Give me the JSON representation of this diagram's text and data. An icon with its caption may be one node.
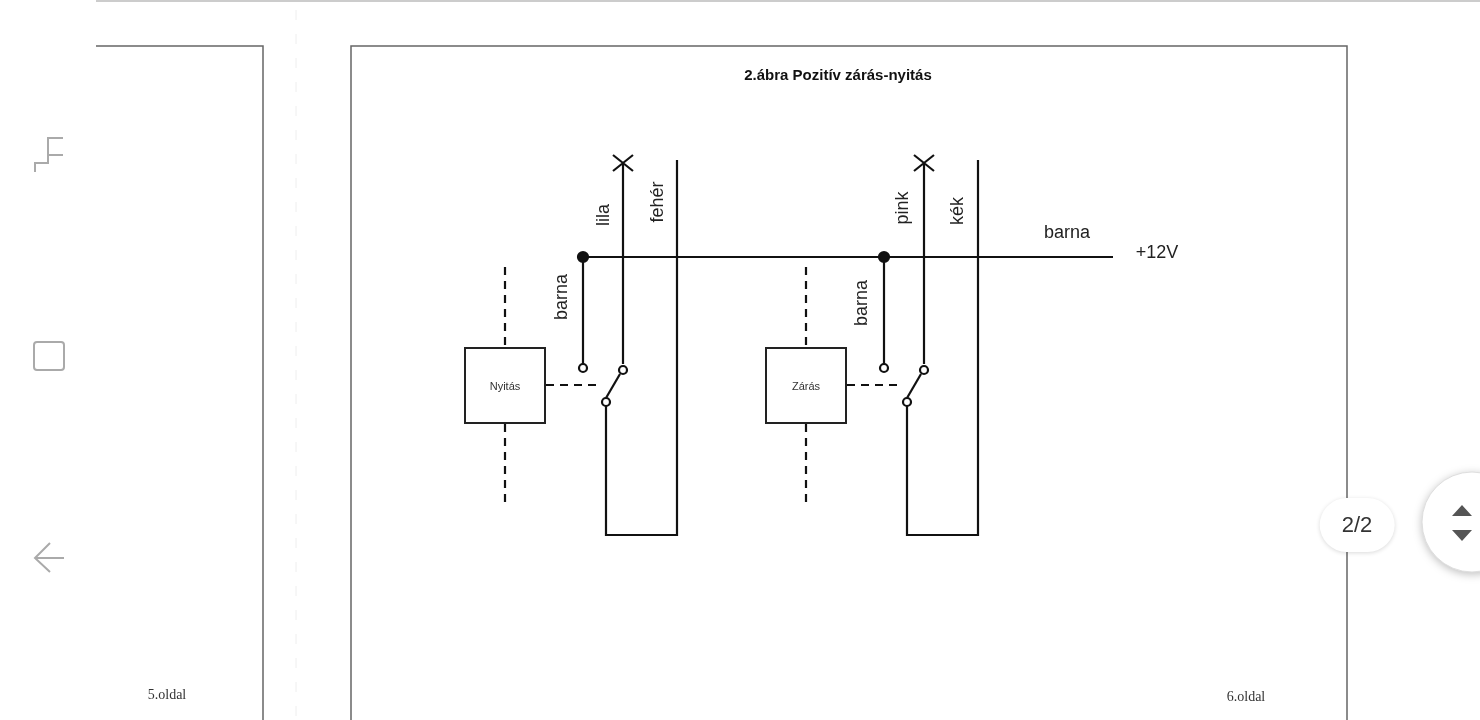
{
  "diagram": {
    "title": "2.ábra  Pozitív zárás-nyitás",
    "nodes": [
      {
        "text": [
          "Nyitás"
        ]
      },
      {
        "text": [
          "Zárás"
        ]
      },
      {
        "text": [],
        "shape": "switch"
      },
      {
        "text": [],
        "shape": "switch"
      }
    ],
    "edges": [
      {
        "from": 0,
        "to": 2,
        "arrow": "none",
        "style": "dashed"
      },
      {
        "from": 1,
        "to": 3,
        "arrow": "none",
        "style": "dashed"
      },
      {
        "from": null,
        "to": 0,
        "arrow": "none",
        "style": "dashed"
      },
      {
        "from": 0,
        "to": null,
        "arrow": "none",
        "style": "dashed"
      },
      {
        "from": null,
        "to": 1,
        "arrow": "none",
        "style": "dashed"
      },
      {
        "from": 1,
        "to": null,
        "arrow": "none",
        "style": "dashed"
      }
    ],
    "labels": [
      "lila",
      "fehér",
      "barna",
      "pink",
      "kék",
      "barna",
      "barna",
      "+12V",
      "5.oldal",
      "6.oldal",
      "2/2"
    ]
  }
}
